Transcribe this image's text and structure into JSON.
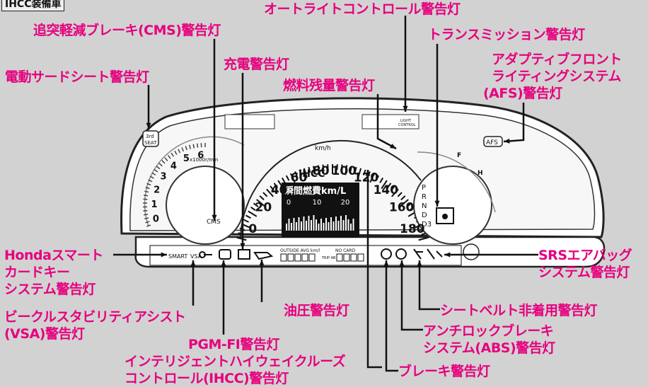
{
  "header_tag": "IHCC装備車",
  "labels": {
    "auto_light": "オートライトコントロール警告灯",
    "cms": "追突軽減ブレーキ(CMS)警告灯",
    "transmission": "トランスミッション警告灯",
    "charge": "充電警告灯",
    "afs": [
      "アダプティブフロント",
      "ライティングシステム",
      "(AFS)警告灯"
    ],
    "power_seat": "電動サードシート警告灯",
    "fuel": "燃料残量警告灯",
    "smart_key": [
      "Hondaスマート",
      "カードキー",
      "システム警告灯"
    ],
    "srs": [
      "SRSエアバッグ",
      "システム警告灯"
    ],
    "vsa": [
      "ビークルスタビリティアシスト",
      "(VSA)警告灯"
    ],
    "oil": "油圧警告灯",
    "seatbelt": "シートベルト非着用警告灯",
    "abs": [
      "アンチロックブレーキ",
      "システム(ABS)警告灯"
    ],
    "pgm": "PGM-FI警告灯",
    "ihcc": [
      "インテリジェントハイウェイクルーズ",
      "コントロール(IHCC)警告灯"
    ],
    "brake": "ブレーキ警告灯"
  },
  "cluster": {
    "speed_ticks": [
      "0",
      "20",
      "40",
      "60",
      "80",
      "100",
      "120",
      "140",
      "160",
      "180"
    ],
    "speed_unit": "km/h",
    "rpm_ticks": [
      "0",
      "1",
      "2",
      "3",
      "4",
      "5",
      "6"
    ],
    "rpm_unit": "x1000r/min",
    "gears": [
      "P",
      "R",
      "N",
      "D",
      "D3"
    ],
    "ihcc_text": "IHCC",
    "cms_text": "CMS",
    "seat_text": [
      "3rd",
      "SEAT"
    ],
    "afs_text": "AFS",
    "fuel_f": "F",
    "temp_h": "H",
    "lcd_title": "瞬間燃費km/L",
    "lcd_ticks": [
      "0",
      "10",
      "20"
    ],
    "smart_text": "SMART",
    "vsa_text": "VSA",
    "outside_text": "OUTSIDE AVG km/l",
    "nocard_text": "NO CARD",
    "tripab_text": "TRIP AB",
    "light_text": [
      "LIGHT",
      "CONTROL"
    ]
  },
  "colors": {
    "label": "#e6007e",
    "background": "#d2d2d2",
    "cluster": "#ffffff"
  }
}
